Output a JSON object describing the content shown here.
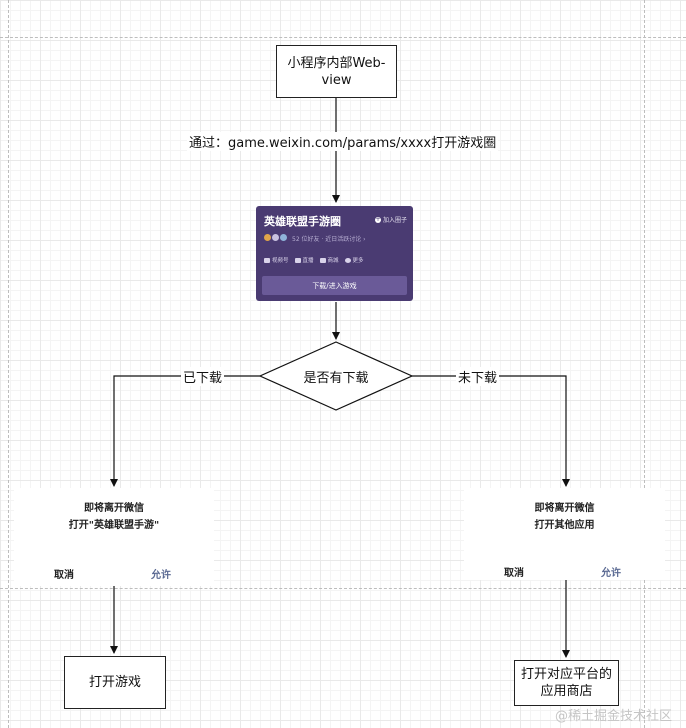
{
  "nodes": {
    "miniprogram": "小程序内部Web-view",
    "decision": "是否有下载",
    "open_game": "打开游戏",
    "open_store_line1": "打开对应平台的",
    "open_store_line2": "应用商店"
  },
  "edges": {
    "via_url": "通过：game.weixin.com/params/xxxx打开游戏圈",
    "downloaded": "已下载",
    "not_downloaded": "未下载"
  },
  "game_card": {
    "title": "英雄联盟手游圈",
    "join_label": "加入圈子",
    "subtitle": "52 位好友 · 近日活跃讨论 ›",
    "menu": [
      "视频号",
      "直播",
      "商城",
      "更多"
    ],
    "download_button": "下载/进入游戏",
    "colors": {
      "background": "#4a3b72",
      "button": "#6a5a98"
    }
  },
  "dialog_left": {
    "line1": "即将离开微信",
    "line2": "打开\"英雄联盟手游\"",
    "cancel": "取消",
    "allow": "允许"
  },
  "dialog_right": {
    "line1": "即将离开微信",
    "line2": "打开其他应用",
    "cancel": "取消",
    "allow": "允许"
  },
  "watermark": "@稀土掘金技术社区"
}
